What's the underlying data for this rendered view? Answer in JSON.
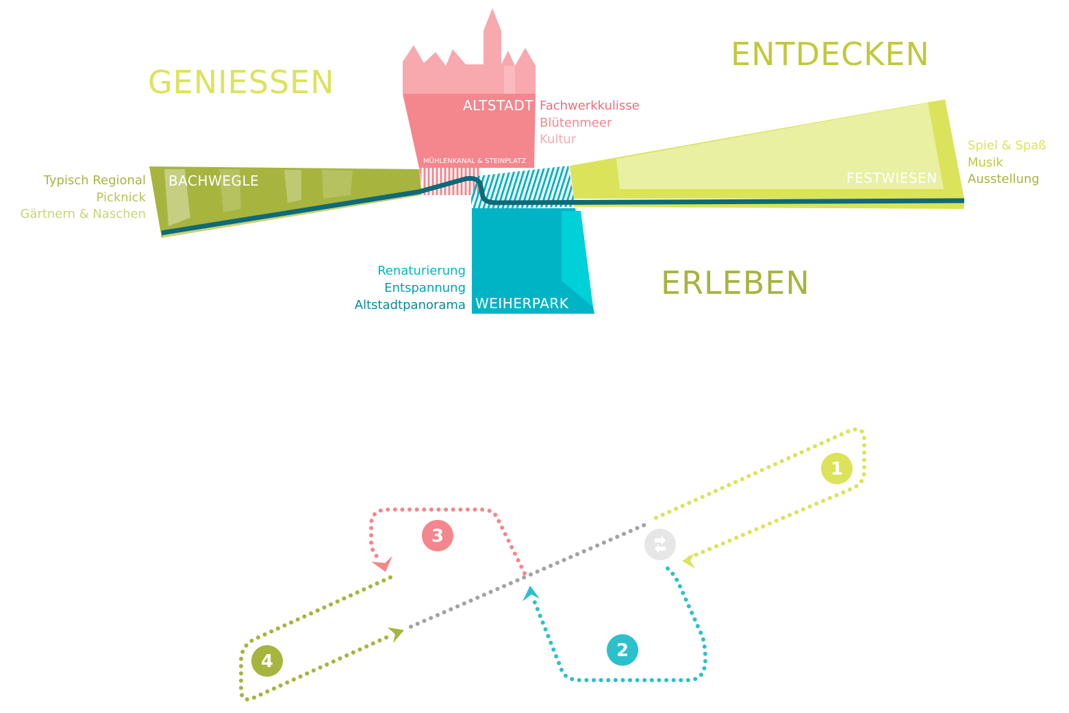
{
  "themes": {
    "geniessen": "GENIESSEN",
    "entdecken": "ENTDECKEN",
    "erleben": "ERLEBEN"
  },
  "zones": {
    "altstadt": "ALTSTADT",
    "bachwegle": "BACHWEGLE",
    "festwiesen": "FESTWIESEN",
    "weiherpark": "WEIHERPARK",
    "muehlenkanal": "MÜHLENKANAL & STEINPLATZ"
  },
  "attributes": {
    "altstadt": [
      "Fachwerkkulisse",
      "Blütenmeer",
      "Kultur"
    ],
    "bachwegle": [
      "Typisch Regional",
      "Picknick",
      "Gärtnern & Naschen"
    ],
    "festwiesen": [
      "Spiel & Spaß",
      "Musik",
      "Ausstellung"
    ],
    "weiherpark": [
      "Renaturierung",
      "Entspannung",
      "Altstadtpanorama"
    ]
  },
  "routes": {
    "numbers": [
      "1",
      "2",
      "3",
      "4"
    ]
  },
  "colors": {
    "lime": "#dbe35a",
    "lime_light": "#e9f0a2",
    "olive": "#a7b43e",
    "olive_light": "#c9d37a",
    "pink": "#f4868d",
    "pink_light": "#f7a9ae",
    "teal": "#00b4c6",
    "teal_light": "#00d0d8",
    "river": "#0e6a78",
    "grey": "#a3a3a3",
    "grey_light": "#e6e6e6"
  }
}
